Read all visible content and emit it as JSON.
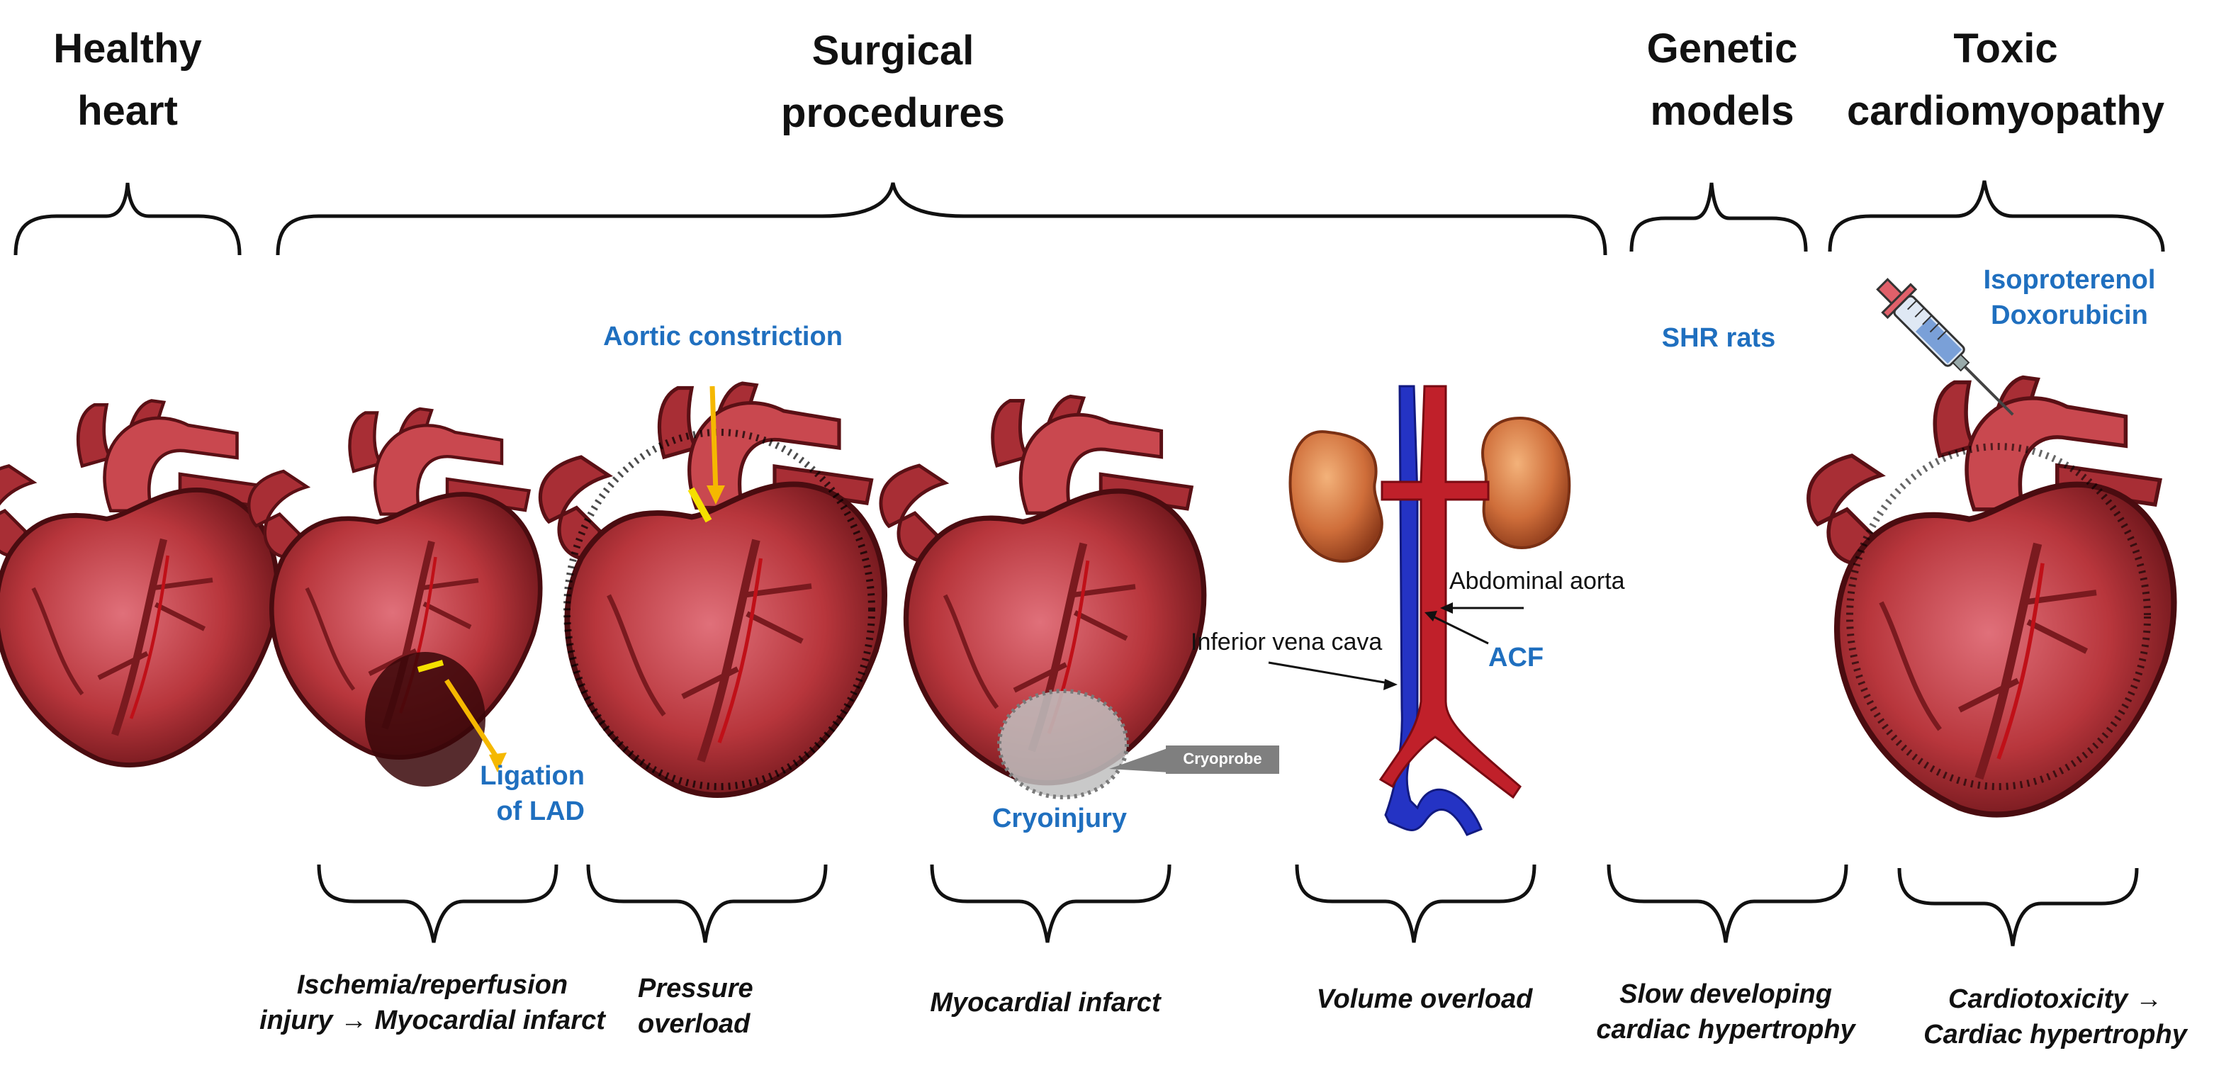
{
  "headers": {
    "healthy": [
      "Healthy",
      "heart"
    ],
    "surgical": [
      "Surgical",
      "procedures"
    ],
    "genetic": [
      "Genetic",
      "models"
    ],
    "toxic": [
      "Toxic",
      "cardiomyopathy"
    ]
  },
  "labels": {
    "aortic_constriction": "Aortic constriction",
    "ligation": [
      "Ligation",
      "of LAD"
    ],
    "cryoinjury": "Cryoinjury",
    "cryoprobe": "Cryoprobe",
    "abdominal_aorta": "Abdominal aorta",
    "inferior_vena_cava": "Inferior vena cava",
    "acf": "ACF",
    "shr_rats": "SHR rats",
    "drugs": [
      "Isoproterenol",
      "Doxorubicin"
    ]
  },
  "captions": {
    "ischemia": [
      "Ischemia/reperfusion",
      "injury → Myocardial infarct"
    ],
    "pressure": [
      "Pressure",
      "overload"
    ],
    "myocardial": "Myocardial infarct",
    "volume": "Volume overload",
    "slow": [
      "Slow developing",
      "cardiac hypertrophy"
    ],
    "cardiotox": [
      "Cardiotoxicity →",
      "Cardiac hypertrophy"
    ]
  },
  "colors": {
    "heart": "#b8363c",
    "heart_dark": "#7a1a1f",
    "aorta": "#c0202a",
    "vena_cava": "#2433c4",
    "kidney": "#c8683c",
    "label_blue": "#1f6fbf",
    "arrow_yellow": "#f5b800"
  },
  "icons": [
    "heart-icon",
    "syringe-icon",
    "kidney-icon",
    "cryoprobe-icon"
  ]
}
